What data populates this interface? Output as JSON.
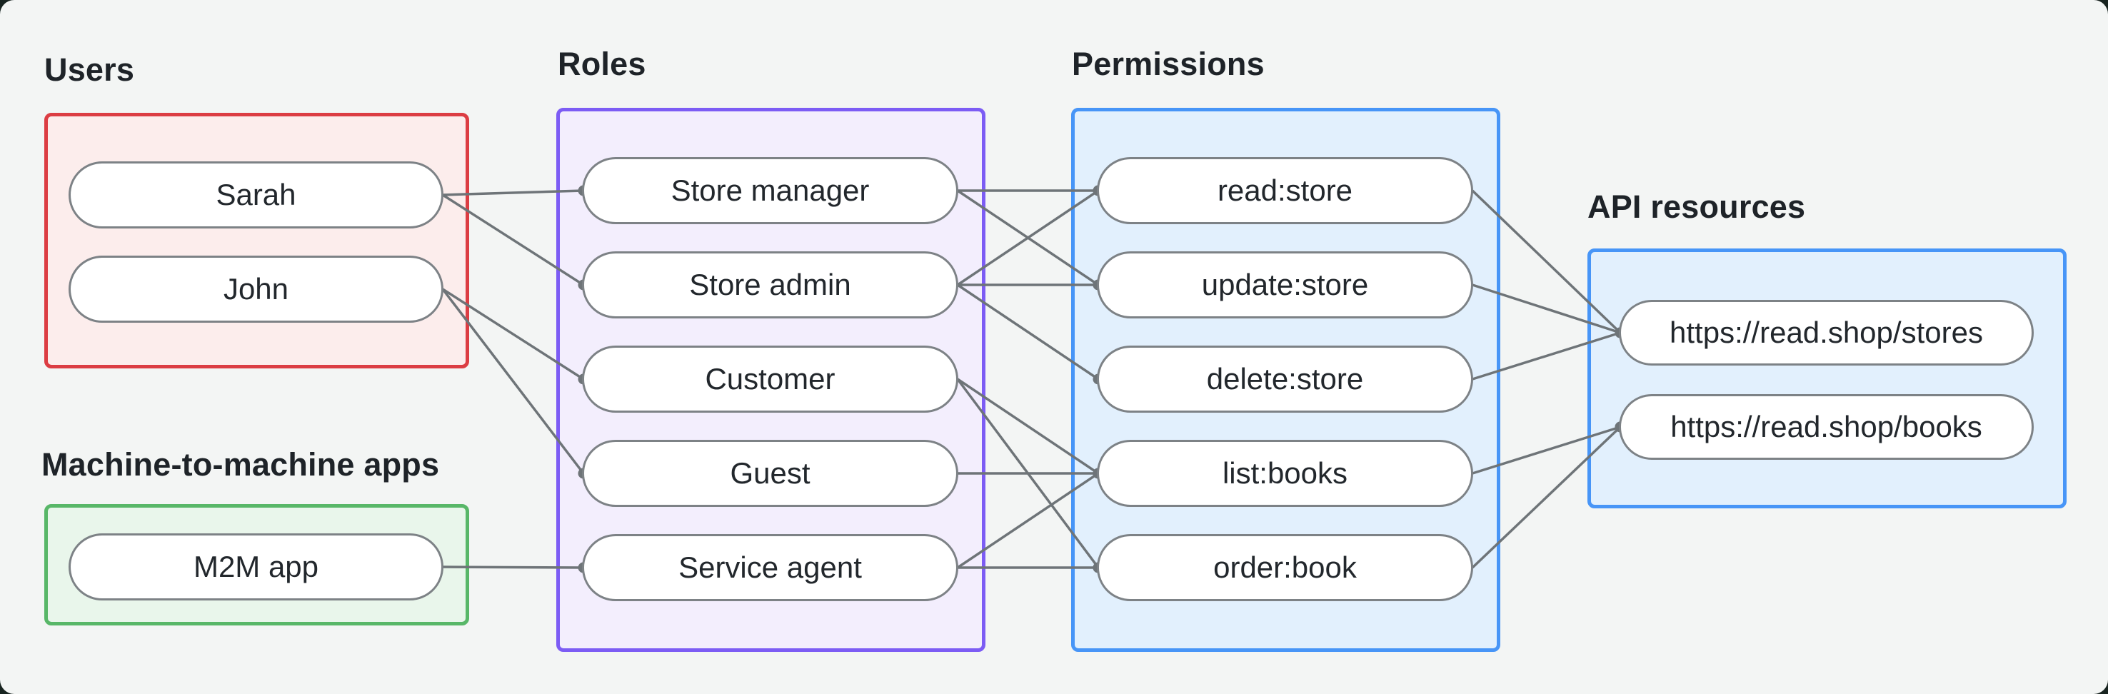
{
  "diagram": {
    "groups": [
      {
        "label": "Users",
        "accent": "#dc3d43",
        "fill": "#fcedec",
        "nodes": [
          {
            "id": "sarah",
            "label": "Sarah"
          },
          {
            "id": "john",
            "label": "John"
          }
        ]
      },
      {
        "label": "Machine-to-machine apps",
        "accent": "#58b768",
        "fill": "#e9f6eb",
        "nodes": [
          {
            "id": "m2m-app",
            "label": "M2M app"
          }
        ]
      },
      {
        "label": "Roles",
        "accent": "#7c5cf4",
        "fill": "#f3eefd",
        "nodes": [
          {
            "id": "store-manager",
            "label": "Store manager"
          },
          {
            "id": "store-admin",
            "label": "Store admin"
          },
          {
            "id": "customer",
            "label": "Customer"
          },
          {
            "id": "guest",
            "label": "Guest"
          },
          {
            "id": "service-agent",
            "label": "Service agent"
          }
        ]
      },
      {
        "label": "Permissions",
        "accent": "#4795f7",
        "fill": "#e2f0fd",
        "nodes": [
          {
            "id": "read-store",
            "label": "read:store"
          },
          {
            "id": "update-store",
            "label": "update:store"
          },
          {
            "id": "delete-store",
            "label": "delete:store"
          },
          {
            "id": "list-books",
            "label": "list:books"
          },
          {
            "id": "order-book",
            "label": "order:book"
          }
        ]
      },
      {
        "label": "API resources",
        "accent": "#4795f7",
        "fill": "#e2f0fd",
        "nodes": [
          {
            "id": "stores",
            "label": "https://read.shop/stores"
          },
          {
            "id": "books",
            "label": "https://read.shop/books"
          }
        ]
      }
    ],
    "edges": [
      [
        "sarah",
        "store-manager"
      ],
      [
        "sarah",
        "store-admin"
      ],
      [
        "john",
        "customer"
      ],
      [
        "john",
        "guest"
      ],
      [
        "m2m-app",
        "service-agent"
      ],
      [
        "store-manager",
        "read-store"
      ],
      [
        "store-manager",
        "update-store"
      ],
      [
        "store-admin",
        "read-store"
      ],
      [
        "store-admin",
        "update-store"
      ],
      [
        "store-admin",
        "delete-store"
      ],
      [
        "customer",
        "list-books"
      ],
      [
        "customer",
        "order-book"
      ],
      [
        "guest",
        "list-books"
      ],
      [
        "service-agent",
        "list-books"
      ],
      [
        "service-agent",
        "order-book"
      ],
      [
        "read-store",
        "stores"
      ],
      [
        "update-store",
        "stores"
      ],
      [
        "delete-store",
        "stores"
      ],
      [
        "list-books",
        "books"
      ],
      [
        "order-book",
        "books"
      ]
    ],
    "connector": {
      "color": "#6e7478",
      "stroke_width": 3.5,
      "dot_radius": 7.5
    },
    "colors": {
      "page_background": "#182420",
      "canvas_background": "#f3f5f4",
      "heading_text": "#1e2328",
      "pill_border": "#7d8286",
      "pill_background": "#ffffff",
      "pill_text": "#22272c"
    }
  }
}
